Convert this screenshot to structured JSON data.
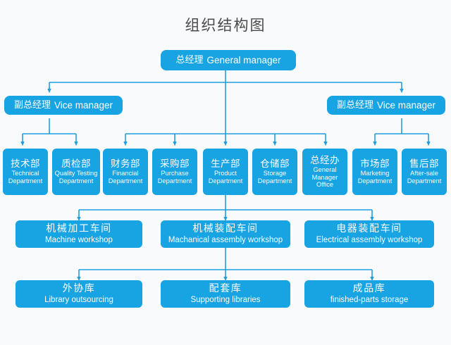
{
  "title": "组织结构图",
  "colors": {
    "box": "#18a3e3",
    "line": "#1f9fe0",
    "background": "#f8fafb",
    "title_text": "#4a4a4a",
    "box_text": "#ffffff"
  },
  "top": {
    "cn": "总经理",
    "en": "General manager"
  },
  "vice": [
    {
      "cn": "副总经理",
      "en": "Vice manager"
    },
    {
      "cn": "副总经理",
      "en": "Vice manager"
    }
  ],
  "departments": [
    {
      "cn": "技术部",
      "en": "Technical Department"
    },
    {
      "cn": "质检部",
      "en": "Quality Testing Department"
    },
    {
      "cn": "财务部",
      "en": "Financial Department"
    },
    {
      "cn": "采购部",
      "en": "Purchase Department"
    },
    {
      "cn": "生产部",
      "en": "Product Department"
    },
    {
      "cn": "仓储部",
      "en": "Storage Department"
    },
    {
      "cn": "总经办",
      "en": "General Manager Office"
    },
    {
      "cn": "市场部",
      "en": "Marketing Department"
    },
    {
      "cn": "售后部",
      "en": "After-sale Department"
    }
  ],
  "workshops": [
    {
      "cn": "机械加工车间",
      "en": "Machine workshop"
    },
    {
      "cn": "机械装配车间",
      "en": "Machanical assembly workshop"
    },
    {
      "cn": "电器装配车间",
      "en": "Electrical assembly workshop"
    }
  ],
  "storages": [
    {
      "cn": "外协库",
      "en": "Library outsourcing"
    },
    {
      "cn": "配套库",
      "en": "Supporting libraries"
    },
    {
      "cn": "成品库",
      "en": "finished-parts storage"
    }
  ]
}
